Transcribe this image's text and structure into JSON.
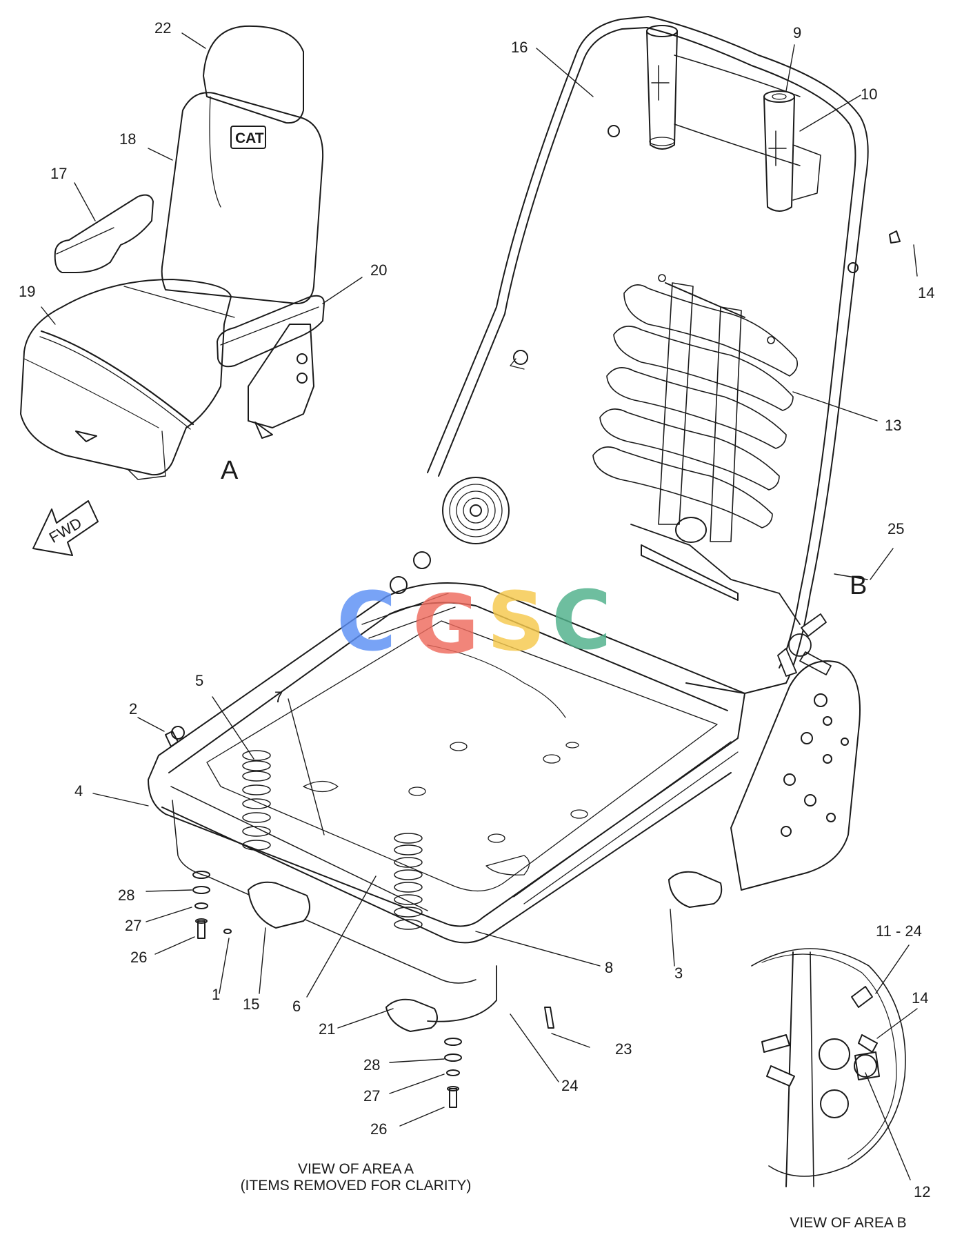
{
  "watermark": {
    "letters": [
      "C",
      "G",
      "S",
      "C"
    ],
    "colors": [
      "#5b8ff5",
      "#ef6b5e",
      "#f6c94d",
      "#4fb08a"
    ]
  },
  "callouts": {
    "c1": "1",
    "c2": "2",
    "c3": "3",
    "c4": "4",
    "c5": "5",
    "c6": "6",
    "c7": "7",
    "c8": "8",
    "c9": "9",
    "c10": "10",
    "c11_24": "11 - 24",
    "c12": "12",
    "c13": "13",
    "c14_top": "14",
    "c14_b": "14",
    "c15": "15",
    "c16": "16",
    "c17": "17",
    "c18": "18",
    "c19": "19",
    "c20": "20",
    "c21": "21",
    "c22": "22",
    "c23": "23",
    "c24": "24",
    "c25": "25",
    "c26_a": "26",
    "c26_b": "26",
    "c27_a": "27",
    "c27_b": "27",
    "c28_a": "28",
    "c28_b": "28"
  },
  "area_letters": {
    "a": "A",
    "b": "B"
  },
  "fwd_label": "FWD",
  "captions": {
    "view_a_line1": "VIEW OF AREA  A",
    "view_a_line2": "(ITEMS REMOVED FOR CLARITY)",
    "view_b": "VIEW OF AREA  B"
  },
  "seat_logo": "CAT"
}
